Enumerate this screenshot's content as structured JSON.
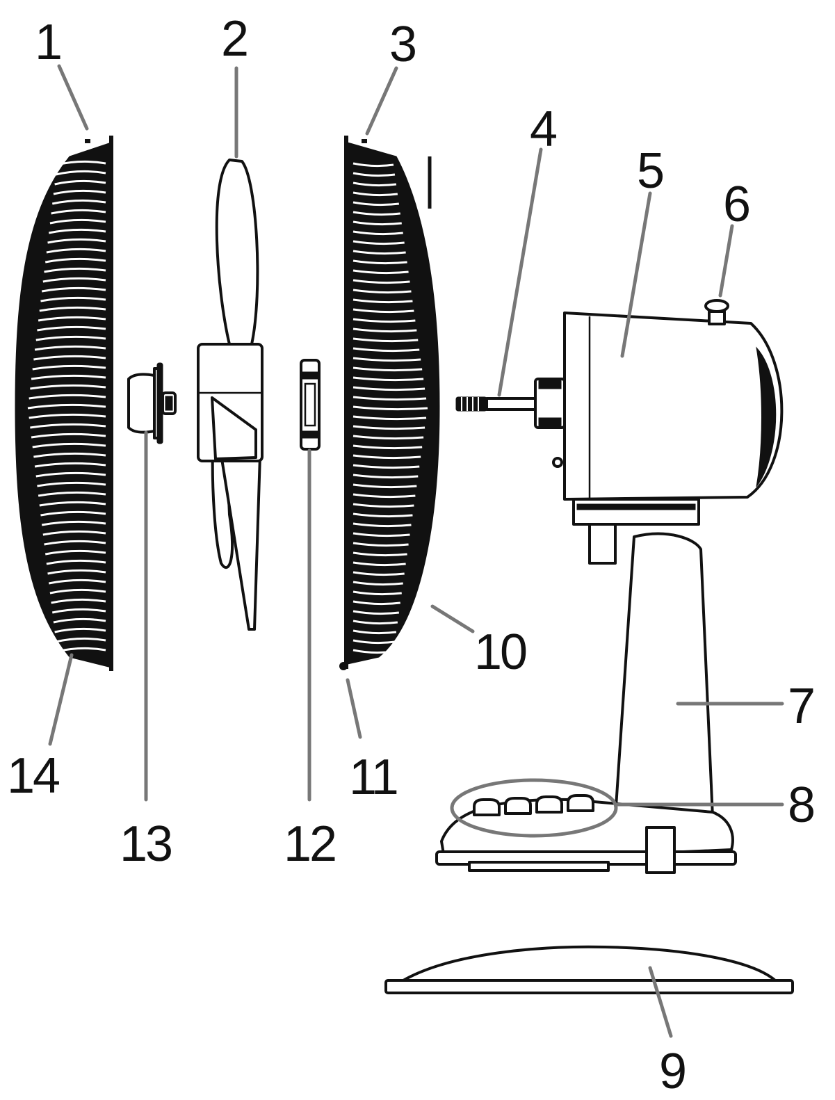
{
  "figure": {
    "type": "exploded-view-diagram",
    "accent_color": "#777777",
    "ink_color": "#111111"
  },
  "callouts": [
    {
      "id": "1",
      "text": "1"
    },
    {
      "id": "2",
      "text": "2"
    },
    {
      "id": "3",
      "text": "3"
    },
    {
      "id": "4",
      "text": "4"
    },
    {
      "id": "5",
      "text": "5"
    },
    {
      "id": "6",
      "text": "6"
    },
    {
      "id": "7",
      "text": "7"
    },
    {
      "id": "8",
      "text": "8"
    },
    {
      "id": "9",
      "text": "9"
    },
    {
      "id": "10",
      "text": "10"
    },
    {
      "id": "11",
      "text": "11"
    },
    {
      "id": "12",
      "text": "12"
    },
    {
      "id": "13",
      "text": "13"
    },
    {
      "id": "14",
      "text": "14"
    }
  ]
}
